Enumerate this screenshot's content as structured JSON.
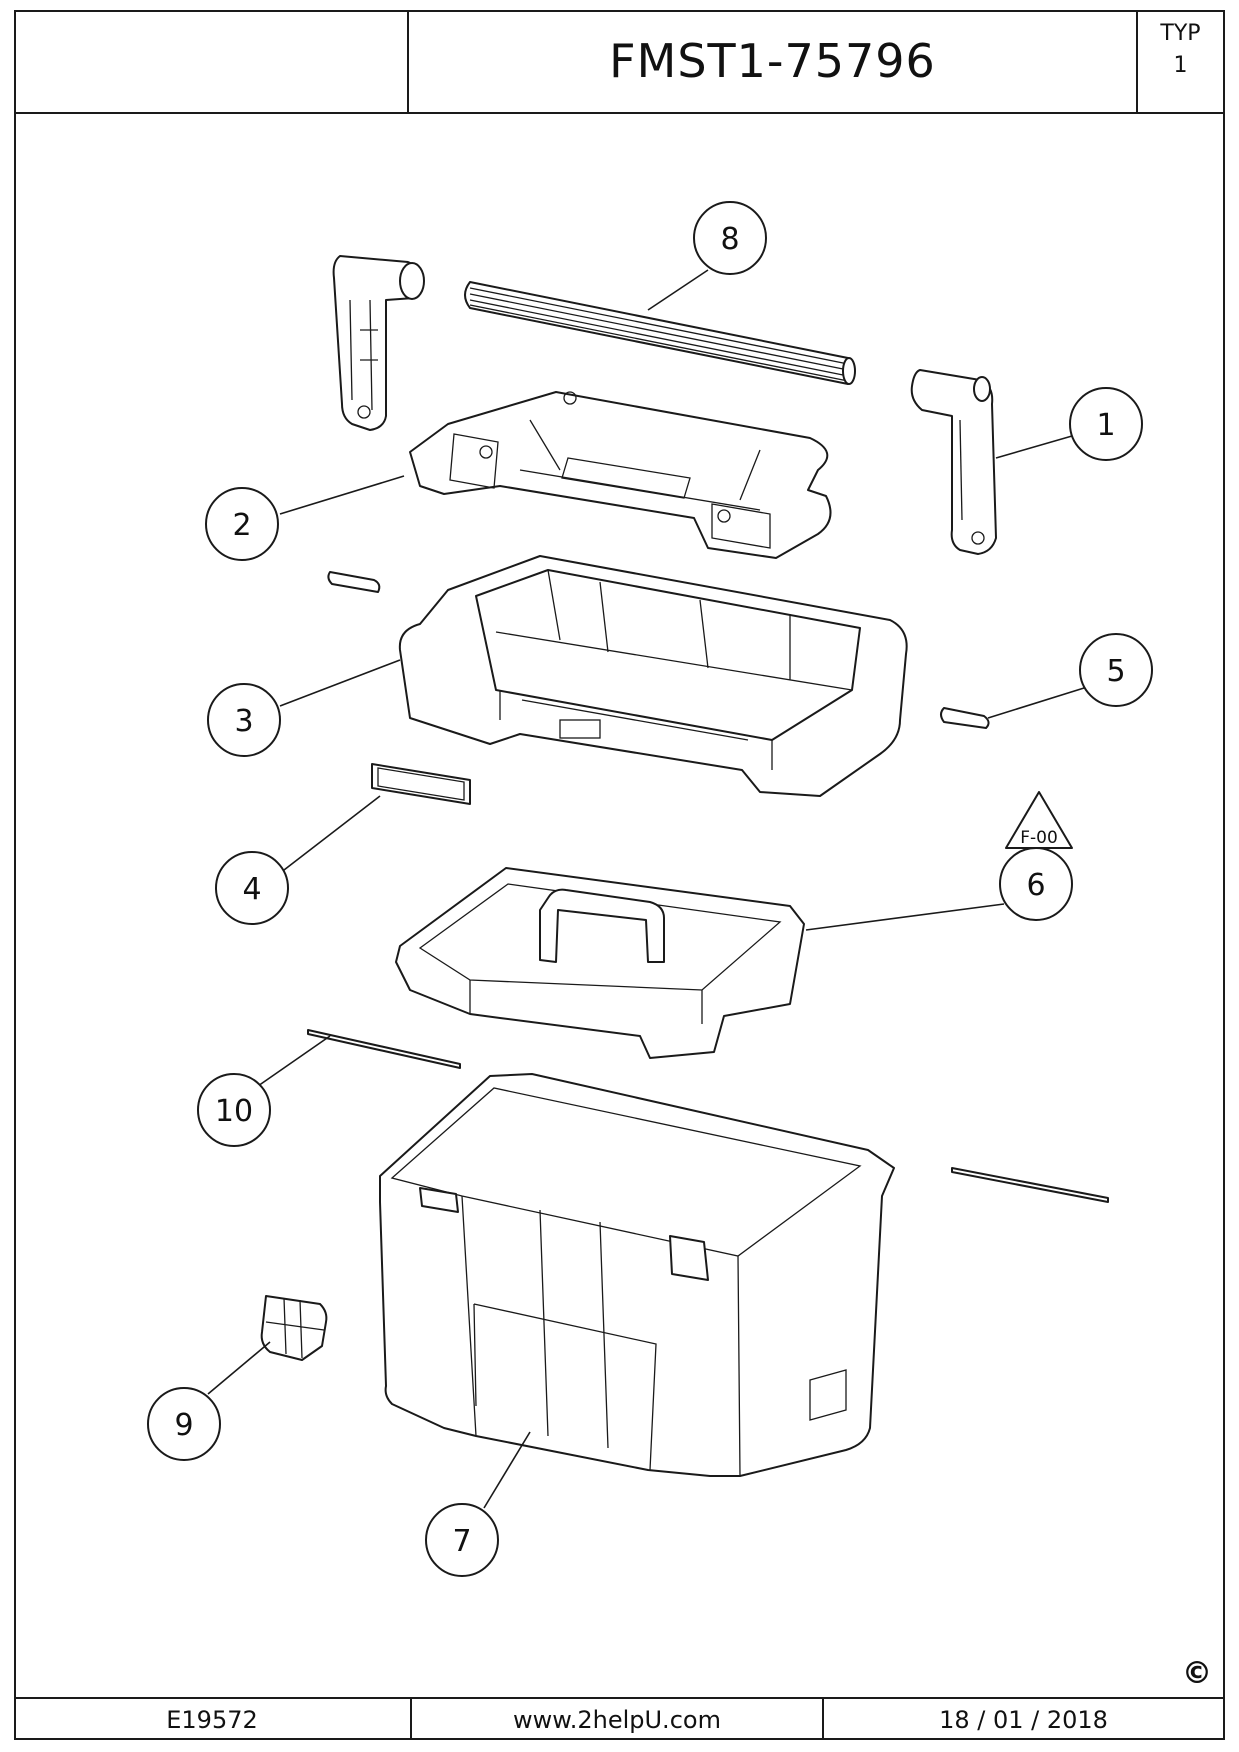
{
  "header": {
    "model": "FMST1-75796",
    "typ_label": "TYP",
    "typ_value": "1"
  },
  "footer": {
    "code": "E19572",
    "website": "www.2helpU.com",
    "date": "18 / 01 / 2018"
  },
  "copyright_symbol": "©",
  "revision": "F-00",
  "callouts": [
    "1",
    "2",
    "3",
    "4",
    "5",
    "6",
    "7",
    "8",
    "9",
    "10"
  ]
}
